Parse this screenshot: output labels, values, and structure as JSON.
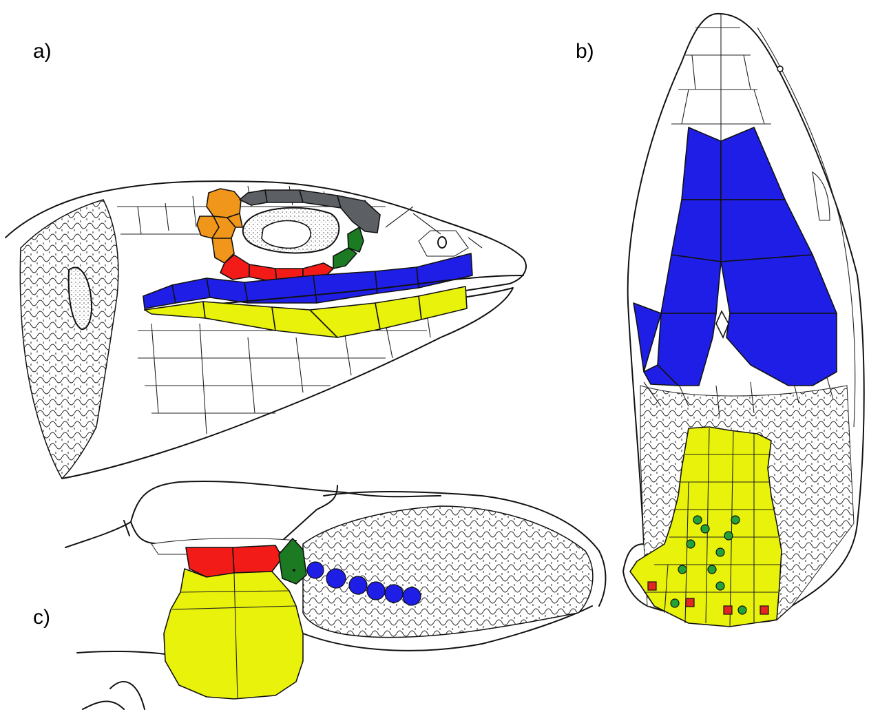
{
  "panels": [
    {
      "id": "a",
      "label": "a)"
    },
    {
      "id": "b",
      "label": "b)"
    },
    {
      "id": "c",
      "label": "c)"
    }
  ],
  "colors": {
    "background": "#ffffff",
    "outline": "#111111",
    "orange": "#f0961a",
    "grey": "#5c6064",
    "green": "#1b7a22",
    "red": "#f21b17",
    "blue": "#1e1ee6",
    "yellow": "#e8f20a",
    "marker_circle": "#23a23a",
    "marker_square": "#e3261e"
  },
  "icons": {
    "marker_circle": "green-circle-marker",
    "marker_square": "red-square-marker"
  }
}
